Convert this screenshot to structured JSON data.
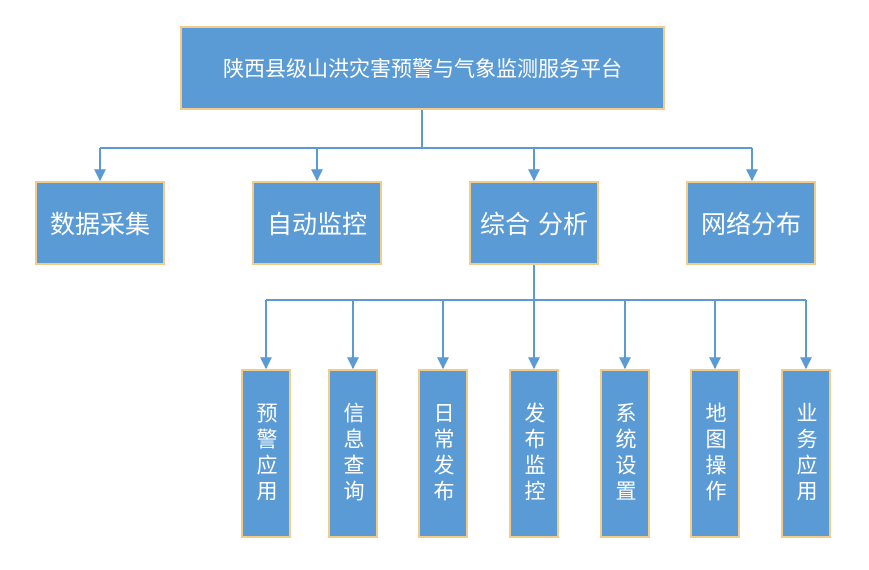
{
  "root": {
    "label": "陕西县级山洪灾害预警与气象监测服务平台"
  },
  "level1": [
    {
      "label": "数据采集"
    },
    {
      "label": "自动监控"
    },
    {
      "label": "综合 分析"
    },
    {
      "label": "网络分布"
    }
  ],
  "level2": [
    {
      "label": "预警应用"
    },
    {
      "label": "信息查询"
    },
    {
      "label": "日常发布"
    },
    {
      "label": "发布监控"
    },
    {
      "label": "系统设置"
    },
    {
      "label": "地图操作"
    },
    {
      "label": "业务应用"
    }
  ],
  "colors": {
    "box_fill": "#5b9bd5",
    "box_border": "#f2cc88",
    "connector": "#5b9bd5"
  }
}
